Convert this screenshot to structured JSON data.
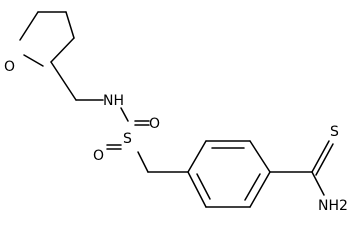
{
  "structure": {
    "atoms": {
      "ring_oxygen": "O",
      "sulfonamide_nitrogen": "NH",
      "sulfur": "S",
      "sulfonyl_oxygen_top": "O",
      "sulfonyl_oxygen_bottom": "O",
      "thioamide_sulfur": "S",
      "thioamide_nitrogen": "NH2"
    }
  },
  "colors": {
    "bond": "#000000",
    "label": "#000000",
    "background": "#ffffff"
  }
}
